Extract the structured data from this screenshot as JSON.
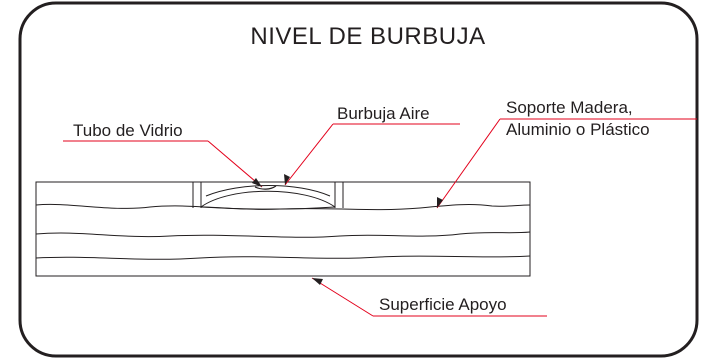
{
  "title": "NIVEL DE BURBUJA",
  "labels": {
    "glass_tube": "Tubo de Vidrio",
    "air_bubble": "Burbuja Aire",
    "support_line1": "Soporte Madera,",
    "support_line2": "Aluminio o Plástico",
    "surface": "Superficie Apoyo"
  },
  "colors": {
    "frame": "#231f20",
    "leader": "#e3001b",
    "drawing": "#231f20"
  }
}
